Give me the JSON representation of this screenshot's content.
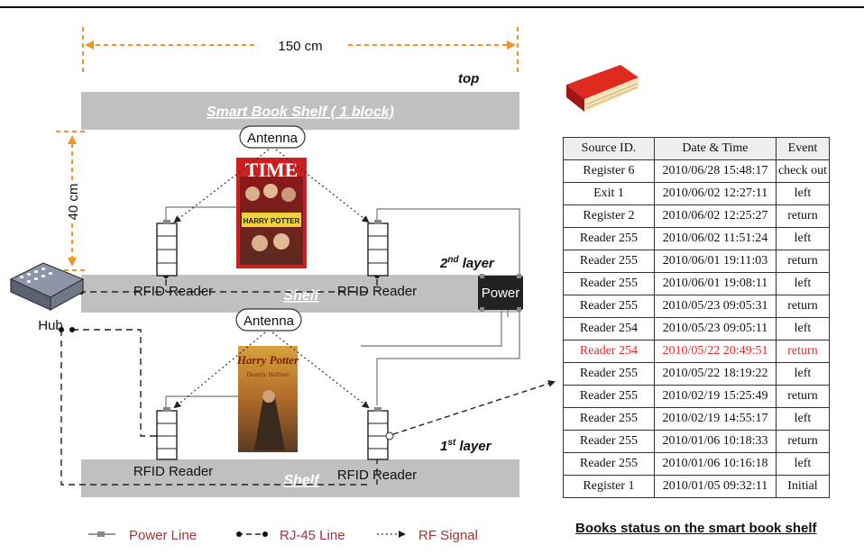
{
  "dimension": {
    "width_label": "150 cm",
    "height_label": "40 cm"
  },
  "shelf": {
    "top_label": "top",
    "title": "Smart Book Shelf ( 1 block)",
    "shelf_label": "Shelf",
    "layer2": {
      "num": "2",
      "sup": "nd",
      "word": " layer"
    },
    "layer1": {
      "num": "1",
      "sup": "st",
      "word": " layer"
    },
    "antenna_label": "Antenna",
    "reader_label": "RFID Reader",
    "hub_label": "Hub",
    "power_label": "Power"
  },
  "books": {
    "magazine": {
      "masthead": "TIME",
      "headline": "HARRY POTTER"
    },
    "novel": {
      "title_line1": "Harry Potter",
      "title_line2": "Deathly Hallows"
    }
  },
  "legend": {
    "power_line": "Power Line",
    "rj45_line": "RJ-45 Line",
    "rf_signal": "RF Signal"
  },
  "colors": {
    "shelf_gray": "#c0c0c0",
    "accent_orange": "#f0952a",
    "highlight_red": "#e8262d",
    "legend_text": "#a8323a"
  },
  "table": {
    "headers": [
      "Source ID.",
      "Date & Time",
      "Event"
    ],
    "rows": [
      [
        "Register 6",
        "2010/06/28 15:48:17",
        "check out"
      ],
      [
        "Exit 1",
        "2010/06/02 12:27:11",
        "left"
      ],
      [
        "Register 2",
        "2010/06/02 12:25:27",
        "return"
      ],
      [
        "Reader 255",
        "2010/06/02 11:51:24",
        "left"
      ],
      [
        "Reader 255",
        "2010/06/01 19:11:03",
        "return"
      ],
      [
        "Reader 255",
        "2010/06/01 19:08:11",
        "left"
      ],
      [
        "Reader 255",
        "2010/05/23 09:05:31",
        "return"
      ],
      [
        "Reader 254",
        "2010/05/23 09:05:11",
        "left"
      ],
      [
        "Reader 254",
        "2010/05/22 20:49:51",
        "return"
      ],
      [
        "Reader 255",
        "2010/05/22 18:19:22",
        "left"
      ],
      [
        "Reader 255",
        "2010/02/19 15:25:49",
        "return"
      ],
      [
        "Reader 255",
        "2010/02/19 14:55:17",
        "left"
      ],
      [
        "Reader 255",
        "2010/01/06 10:18:33",
        "return"
      ],
      [
        "Reader 255",
        "2010/01/06 10:16:18",
        "left"
      ],
      [
        "Register 1",
        "2010/01/05 09:32:11",
        "Initial"
      ]
    ],
    "highlight_row": 8,
    "caption": "Books status on the smart book shelf"
  }
}
